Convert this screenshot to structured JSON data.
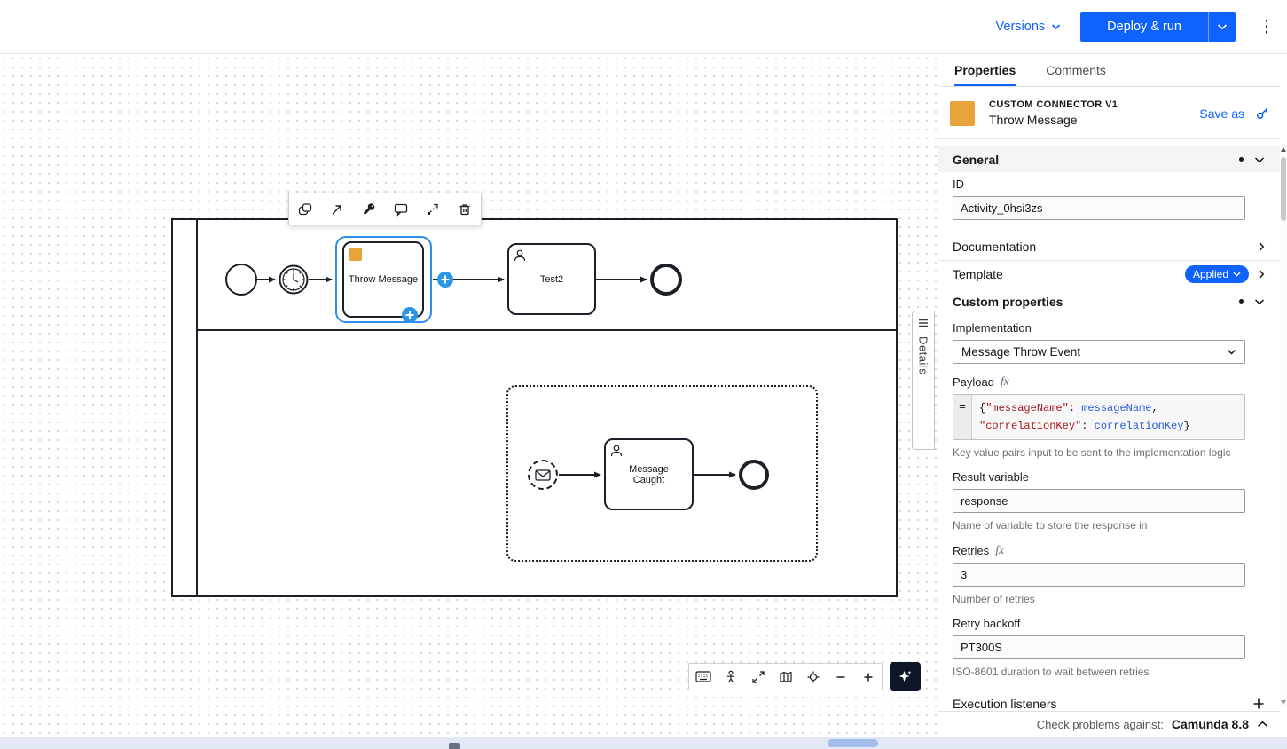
{
  "colors": {
    "accent_blue": "#0f62fe",
    "template_orange": "#e8a33d",
    "selection_blue": "#2e8ceb",
    "plus_badge_blue": "#2b95e8",
    "code_key_red": "#a31515",
    "code_variable_blue": "#2a5bd7",
    "ai_button_bg": "#0e1628"
  },
  "icons": {
    "kebab_menu": "⋮"
  },
  "header": {
    "versions_label": "Versions",
    "deploy_button": "Deploy & run"
  },
  "canvas": {
    "tasks": {
      "throw_message": "Throw Message",
      "test2": "Test2",
      "message_caught": "Message Caught"
    },
    "details_tab": "Details"
  },
  "panel": {
    "tabs": {
      "properties": "Properties",
      "comments": "Comments"
    },
    "element": {
      "type_label": "CUSTOM CONNECTOR V1",
      "name": "Throw Message",
      "save_as": "Save as"
    },
    "general": {
      "label": "General",
      "id_label": "ID",
      "id_value": "Activity_0hsi3zs"
    },
    "documentation": {
      "label": "Documentation"
    },
    "template": {
      "label": "Template",
      "badge": "Applied"
    },
    "custom": {
      "label": "Custom properties",
      "implementation_label": "Implementation",
      "implementation_value": "Message Throw Event",
      "payload_label": "Payload",
      "fx": "fx",
      "payload": {
        "equals": "=",
        "l1": [
          "{",
          "\"messageName\"",
          ": ",
          "messageName",
          ","
        ],
        "l2": [
          "\"correlationKey\"",
          ": ",
          "correlationKey",
          "}"
        ]
      },
      "payload_help": "Key value pairs input to be sent to the implementation logic",
      "result_label": "Result variable",
      "result_value": "response",
      "result_help": "Name of variable to store the response in",
      "retries_label": "Retries",
      "retries_value": "3",
      "retries_help": "Number of retries",
      "backoff_label": "Retry backoff",
      "backoff_value": "PT300S",
      "backoff_help": "ISO-8601 duration to wait between retries"
    },
    "listeners": {
      "label": "Execution listeners"
    },
    "footer": {
      "check_label": "Check problems against:",
      "engine": "Camunda 8.8"
    }
  }
}
